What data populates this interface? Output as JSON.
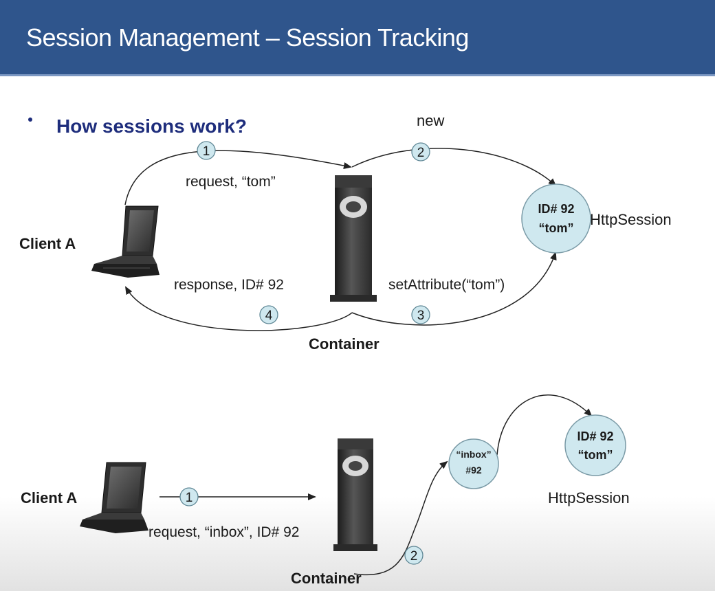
{
  "header": {
    "title": "Session Management – Session Tracking"
  },
  "bullet": {
    "text": "How sessions work?"
  },
  "top_flow": {
    "client": "Client A",
    "container": "Container",
    "new_label": "new",
    "request_label": "request, “tom”",
    "response_label": "response, ID# 92",
    "set_attribute_label": "setAttribute(“tom”)",
    "session_id": "ID# 92",
    "session_value": "“tom”",
    "session_label": "HttpSession",
    "steps": [
      "1",
      "2",
      "3",
      "4"
    ]
  },
  "bottom_flow": {
    "client": "Client A",
    "container": "Container",
    "request_label": "request, “inbox”, ID# 92",
    "inbox_line1": "“inbox”",
    "inbox_line2": "#92",
    "session_id": "ID# 92",
    "session_value": "“tom”",
    "session_label": "HttpSession",
    "steps": [
      "1",
      "2"
    ]
  },
  "colors": {
    "header": "#2f558c",
    "bullet_text": "#1e2d7c",
    "circle_fill": "#cfe8ef",
    "circle_stroke": "#7a9aa6"
  }
}
